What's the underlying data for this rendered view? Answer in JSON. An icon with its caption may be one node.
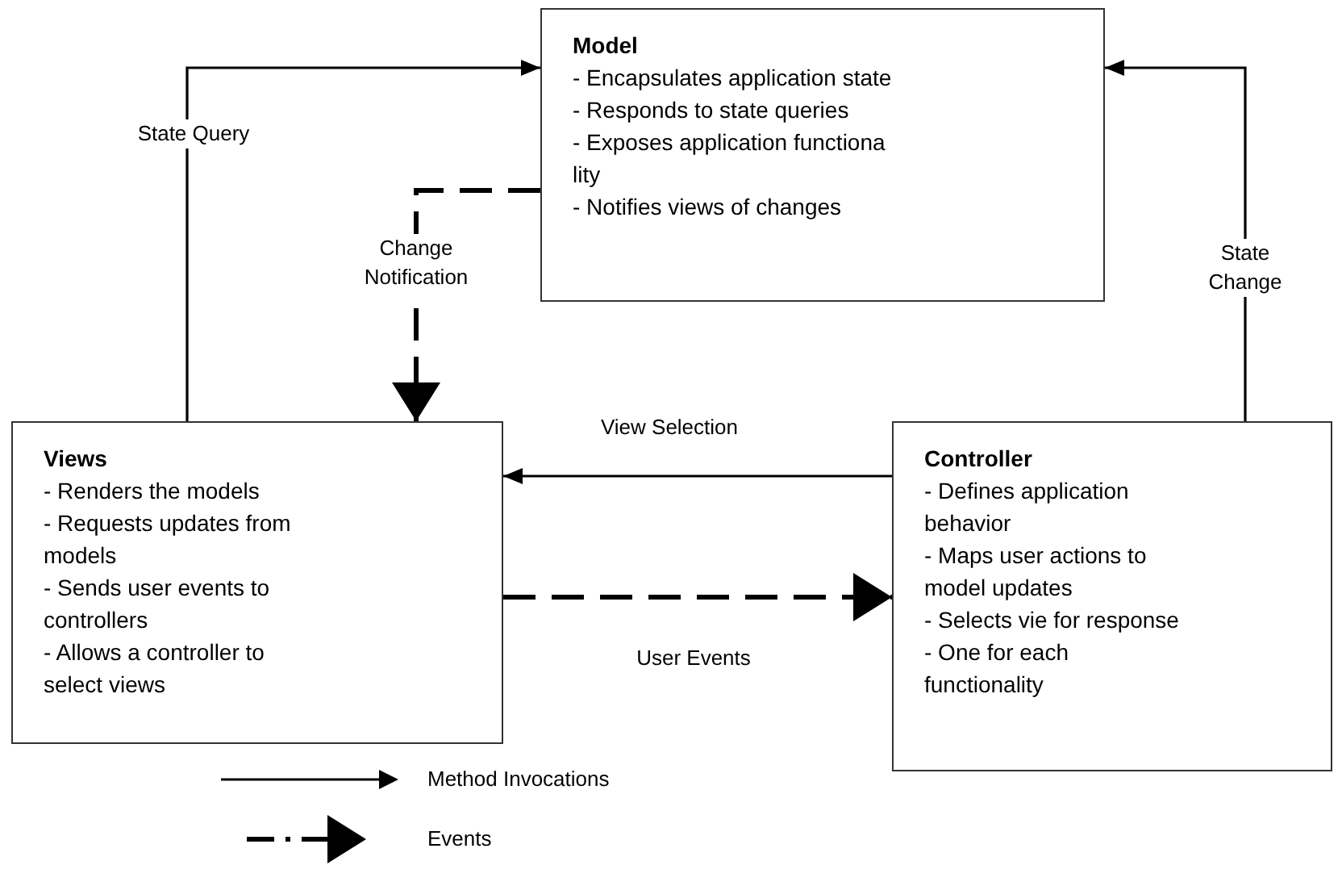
{
  "diagram": {
    "nodes": [
      {
        "text": [
          "Model",
          "- Encapsulates application state",
          "- Responds to state queries",
          "- Exposes application functiona lity",
          "- Notifies views of changes"
        ]
      },
      {
        "text": [
          "Views",
          "- Renders the models",
          "- Requests updates from models",
          "- Sends user events to controllers",
          "- Allows a controller to select views"
        ]
      },
      {
        "text": [
          "Controller",
          "- Defines application behavior",
          "- Maps user actions to model updates",
          "- Selects vie for response",
          "- One for each functionality"
        ]
      }
    ],
    "edges": [
      {
        "from": 1,
        "to": 0,
        "arrow": "to",
        "label": "State Query"
      },
      {
        "from": 0,
        "to": 1,
        "arrow": "to",
        "label": "Change Notification",
        "style": "dashed"
      },
      {
        "from": 2,
        "to": 0,
        "arrow": "to",
        "label": "State Change"
      },
      {
        "from": 2,
        "to": 1,
        "arrow": "to",
        "label": "View Selection"
      },
      {
        "from": 1,
        "to": 2,
        "arrow": "to",
        "label": "User Events",
        "style": "dashed"
      }
    ],
    "legend": [
      {
        "text": "Method Invocations"
      },
      {
        "text": "Events"
      }
    ]
  }
}
